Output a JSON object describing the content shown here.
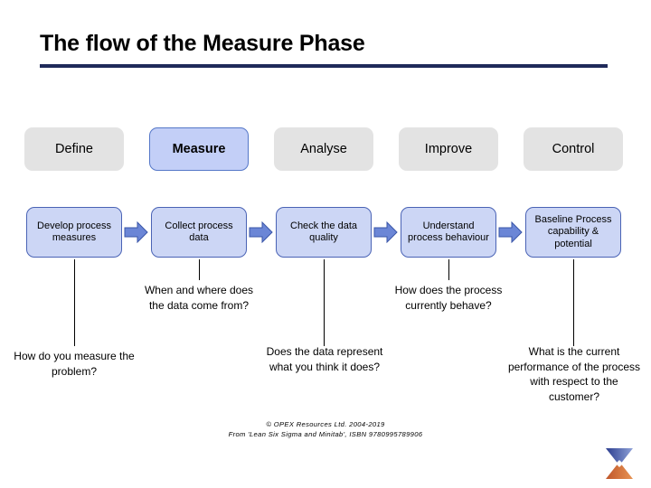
{
  "slide": {
    "title": "The flow of the Measure Phase",
    "rule_color": "#1F2A5A",
    "background": "#FFFFFF"
  },
  "phases": {
    "active": "Measure",
    "inactive_fill": "#E3E3E3",
    "active_fill": "#C3CFF7",
    "active_border": "#5577C8",
    "items": [
      {
        "label": "Define"
      },
      {
        "label": "Measure"
      },
      {
        "label": "Analyse"
      },
      {
        "label": "Improve"
      },
      {
        "label": "Control"
      }
    ]
  },
  "flow": {
    "box_fill": "#CCD6F5",
    "box_border": "#4A63B5",
    "arrow_fill": "#6B86D6",
    "arrow_border": "#3A56A8",
    "steps": [
      {
        "label": "Develop process measures"
      },
      {
        "label": "Collect process data"
      },
      {
        "label": "Check the data quality"
      },
      {
        "label": "Understand process behaviour"
      },
      {
        "label": "Baseline Process capability & potential"
      }
    ],
    "arrow_icon_name": "right-arrow-icon"
  },
  "questions": {
    "upper": [
      {
        "index": 1,
        "text": "When and where does the data come from?"
      },
      {
        "index": 3,
        "text": "How does the process currently behave?"
      }
    ],
    "lower": [
      {
        "index": 0,
        "text": "How do you measure the problem?"
      },
      {
        "index": 2,
        "text": "Does the data represent what you think it does?"
      },
      {
        "index": 4,
        "text": "What is the current performance of the process with respect to the customer?"
      }
    ]
  },
  "footer": {
    "line1": "© OPEX Resources Ltd. 2004-2019",
    "line2": "From 'Lean Six Sigma and Minitab', ISBN 9780995789906"
  },
  "logo": {
    "name": "opex-hourglass-logo",
    "top_color_start": "#2C3E8F",
    "top_color_end": "#7A8FCC",
    "bottom_color_start": "#C9622C",
    "bottom_color_end": "#E08A4A"
  }
}
